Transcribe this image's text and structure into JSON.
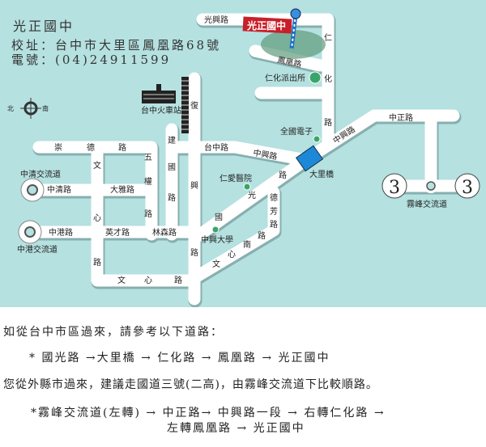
{
  "header": {
    "school": "光正國中",
    "address": "校址：台中市大里區鳳凰路68號",
    "phone": "電號：(04)24911599"
  },
  "compass": {
    "north": "北",
    "south": "南"
  },
  "colors": {
    "background": "#b5e1e0",
    "road": "#ffffff",
    "bridge": "#1e88d8",
    "marker": "#c8202a"
  },
  "map": {
    "school_label": "光正國中",
    "station": "台中火車站",
    "roads": {
      "guangxing": "光興路",
      "fenghuang": "鳳凰路",
      "renhua": [
        "仁",
        "化",
        "路"
      ],
      "zhongzheng": "中正路",
      "zhongxing_e": "中興路",
      "zhongxing_w": "中興路",
      "taizhong": "台中路",
      "fuxing": [
        "復",
        "興",
        "路"
      ],
      "jianguo": [
        "建",
        "國",
        "路"
      ],
      "chongde": [
        "崇",
        "德",
        "路"
      ],
      "wuquan": [
        "五",
        "權",
        "路"
      ],
      "wenxin_v": [
        "文",
        "心",
        "路"
      ],
      "wenxin_h": [
        "文",
        "心",
        "路"
      ],
      "zhongqing": "中清路",
      "daya": "大雅路",
      "zhonggang": "中港路",
      "yingcai": "英才路",
      "linsen": "林森路",
      "guoguang": [
        "國",
        "光",
        "路"
      ],
      "defang": [
        "德",
        "芳",
        "路"
      ],
      "wenxinnan": [
        "文",
        "心",
        "南",
        "路"
      ]
    },
    "landmarks": {
      "police": "仁化派出所",
      "electronics": "全國電子",
      "bridge": "大里橋",
      "hospital": "仁愛醫院",
      "university": "中興大學",
      "wufeng": "霧峰交流道",
      "zhongqing_ic": "中清交流道",
      "zhonggang_ic": "中港交流道",
      "highway_no": "3"
    }
  },
  "directions": {
    "intro1": "如從台中市區過來，請參考以下道路：",
    "route1": "* 國光路 →大里橋 → 仁化路 → 鳳凰路 → 光正國中",
    "intro2": "您從外縣市過來，建議走國道三號(二高)，由霧峰交流道下比較順路。",
    "route2a": "*霧峰交流道(左轉) → 中正路→ 中興路一段 → 右轉仁化路 →",
    "route2b": "左轉鳳凰路 → 光正國中"
  }
}
